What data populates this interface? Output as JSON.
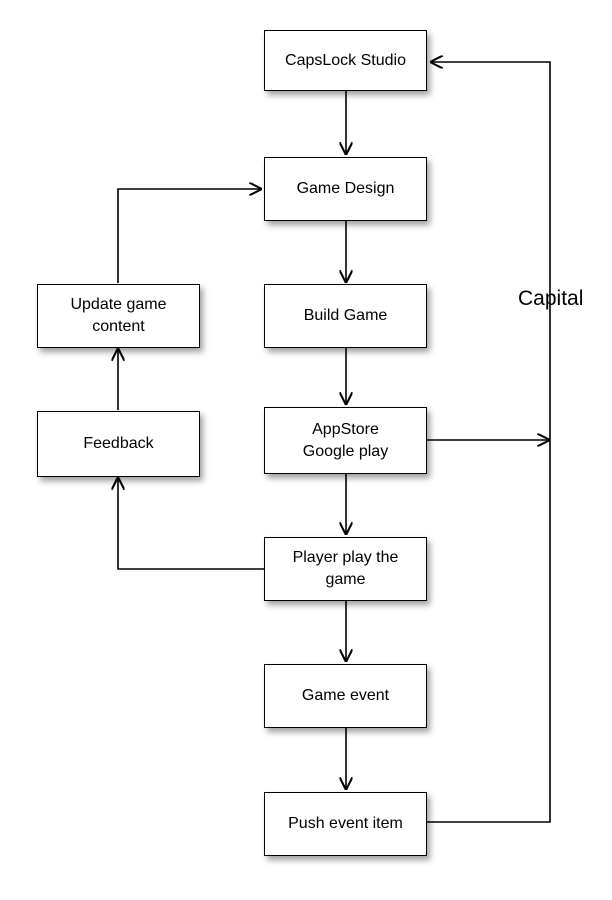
{
  "nodes": {
    "capslock_studio": "CapsLock Studio",
    "game_design": "Game Design",
    "build_game": "Build Game",
    "appstore": "AppStore\nGoogle play",
    "player_play": "Player play the game",
    "game_event": "Game event",
    "push_event_item": "Push event item",
    "update_content": "Update game content",
    "feedback": "Feedback"
  },
  "labels": {
    "capital": "Capital"
  }
}
